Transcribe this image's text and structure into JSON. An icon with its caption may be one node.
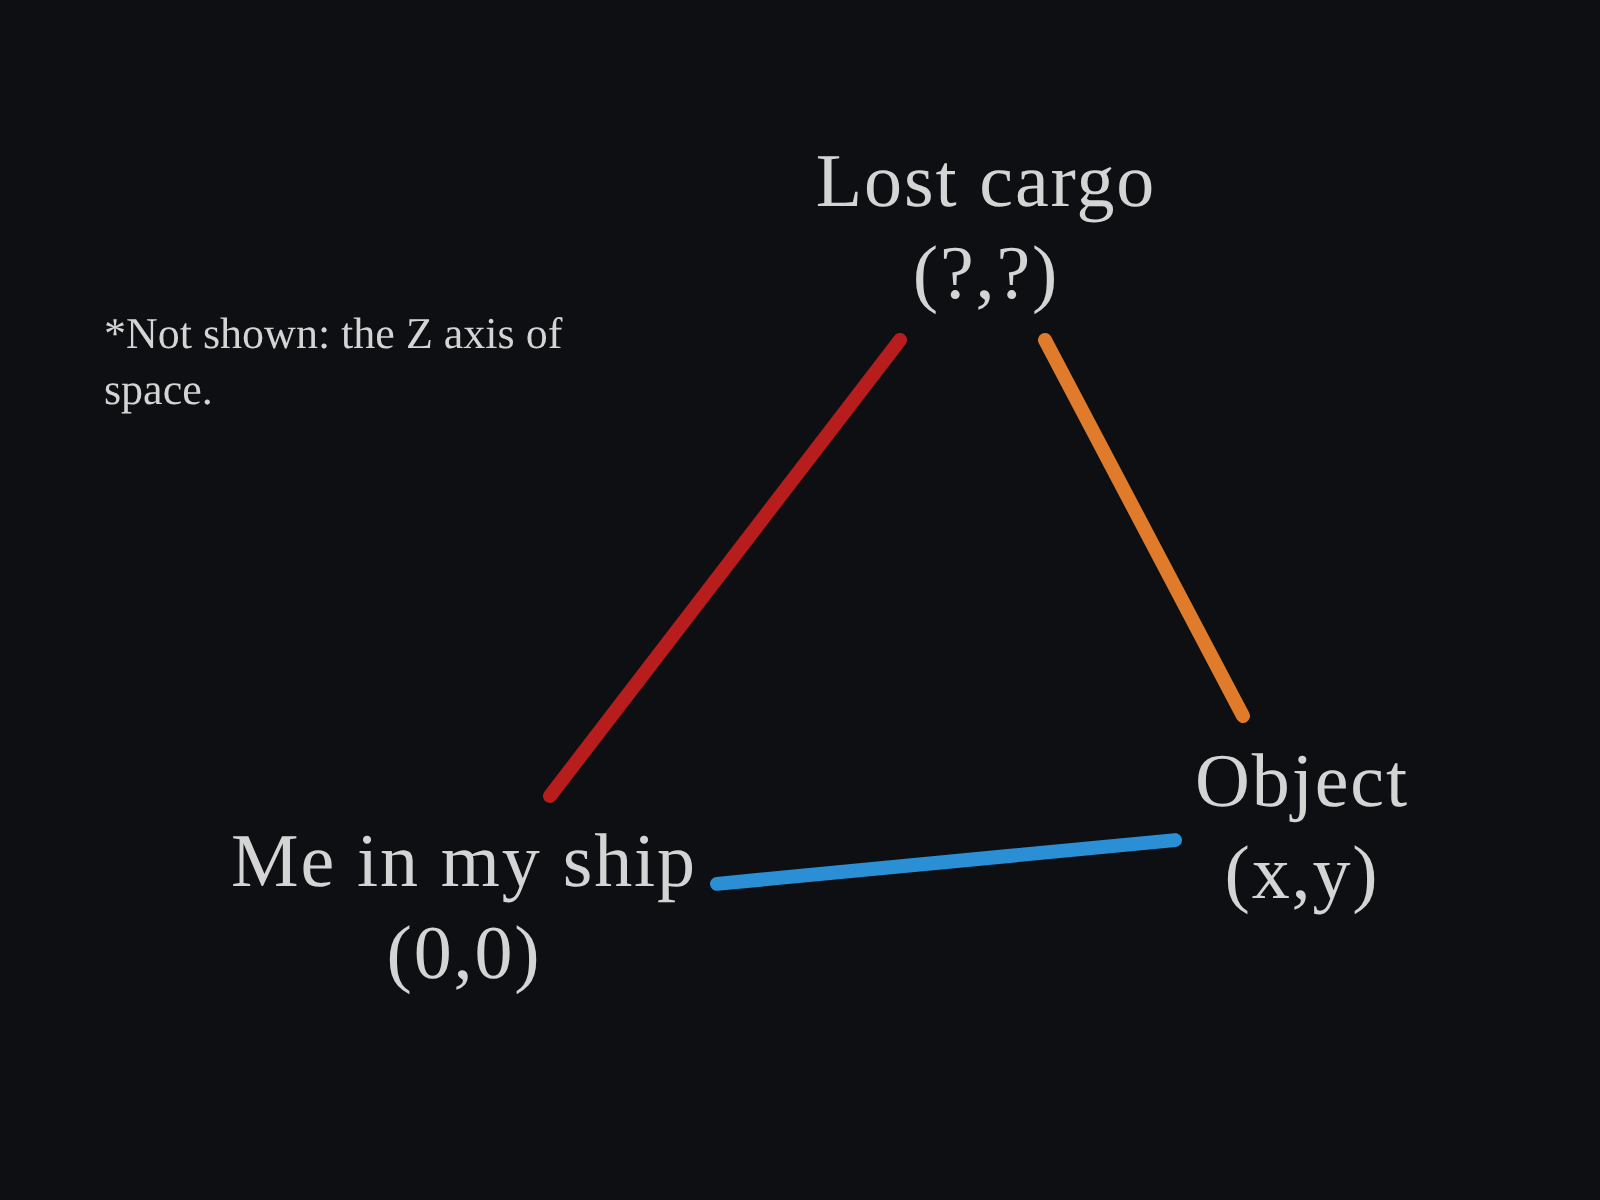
{
  "diagram": {
    "nodes": [
      {
        "text": [
          "Lost cargo",
          "(?,?)"
        ]
      },
      {
        "text": [
          "Me in my ship",
          "(0,0)"
        ]
      },
      {
        "text": [
          "Object",
          "(x,y)"
        ]
      }
    ],
    "edges": [
      {
        "from": 1,
        "to": 0,
        "arrow": "none",
        "color": "#b81d1d"
      },
      {
        "from": 0,
        "to": 2,
        "arrow": "none",
        "color": "#e07b2c"
      },
      {
        "from": 1,
        "to": 2,
        "arrow": "none",
        "color": "#2b8fd6"
      }
    ],
    "labels": [
      "*Not shown: the Z axis of space."
    ]
  }
}
